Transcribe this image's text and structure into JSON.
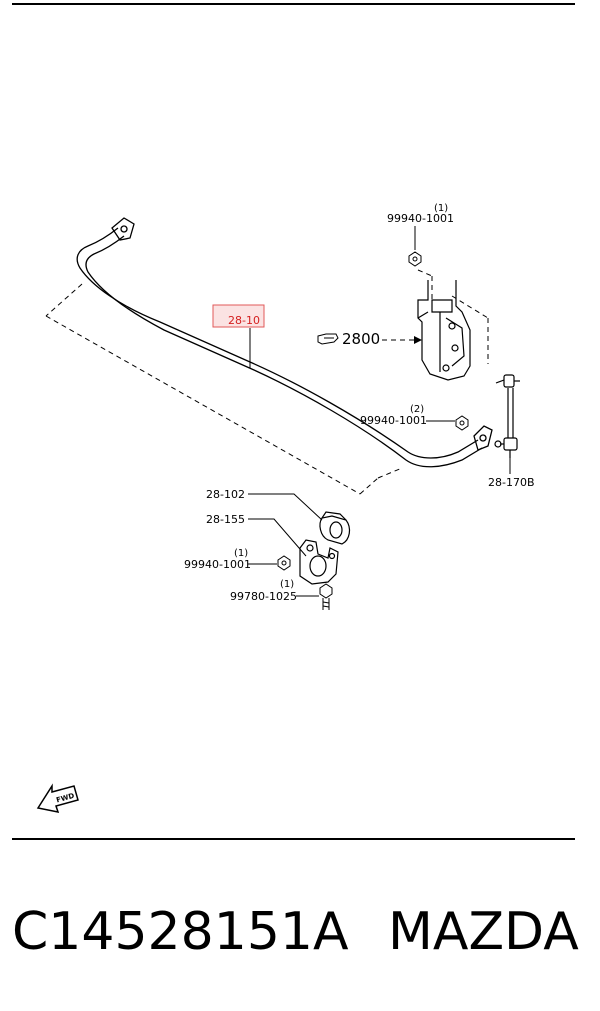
{
  "diagram": {
    "labels": {
      "bar": "28-10",
      "strut_ref": "2800",
      "top_nut_part": "99940-1001",
      "top_nut_qty": "(1)",
      "mid_nut_part": "99940-1001",
      "mid_nut_qty": "(2)",
      "link": "28-170B",
      "bushing": "28-102",
      "bracket": "28-155",
      "bracket_nut_part": "99940-1001",
      "bracket_nut_qty": "(1)",
      "bolt_part": "99780-1025",
      "bolt_qty": "(1)",
      "fwd": "FWD"
    },
    "highlight_color": "#e05a5a"
  },
  "footer": {
    "part_number": "C14528151A",
    "brand": "MAZDA"
  }
}
